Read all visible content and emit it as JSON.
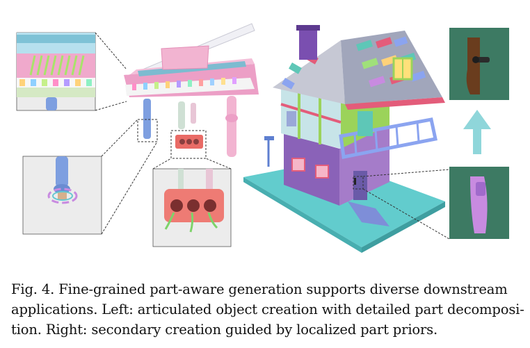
{
  "figure": {
    "panels": [
      {
        "id": "piano",
        "content": "articulated piano with insets"
      },
      {
        "id": "house",
        "content": "colorful part-decomposed house"
      },
      {
        "id": "handles",
        "content": "door handle before and after"
      }
    ],
    "colors": {
      "piano_pink": "#e9a6c6",
      "piano_blue": "#7e9fe0",
      "house_purple": "#8a62b8",
      "house_green": "#9bd35a",
      "base_teal": "#5cc9c9",
      "arrow_teal": "#8fd6da",
      "inset_bg": "#ececec",
      "handle_bg": "#3d7a63"
    }
  },
  "caption": {
    "line1": "Fig. 4.  Fine-grained part-aware generation supports diverse downstream",
    "line2": "applications. Left: articulated object creation with detailed part decomposi-",
    "line3": "tion. Right: secondary creation guided by localized part priors."
  }
}
